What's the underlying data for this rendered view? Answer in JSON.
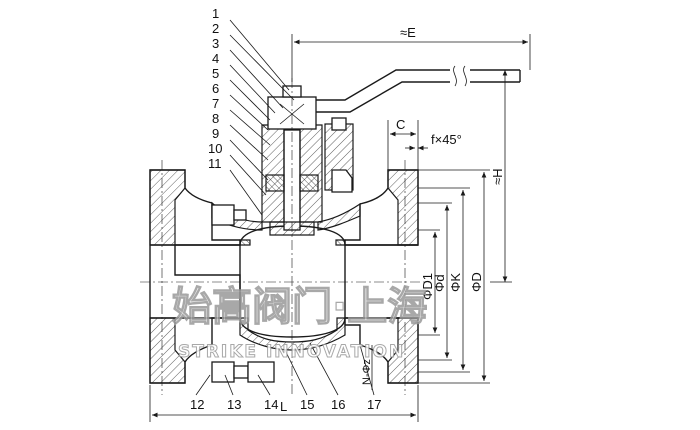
{
  "part_numbers_left": [
    "1",
    "2",
    "3",
    "4",
    "5",
    "6",
    "7",
    "8",
    "9",
    "10",
    "11"
  ],
  "part_numbers_bottom": [
    "12",
    "13",
    "14",
    "15",
    "16",
    "17"
  ],
  "dimensions": {
    "E": "≈E",
    "H": "≈H",
    "C": "C",
    "chamfer": "f×45°",
    "D1": "ΦD1",
    "d": "Φd",
    "K": "ΦK",
    "D": "ΦD",
    "bolts": "N-Φz",
    "L": "L"
  },
  "watermark": {
    "chinese": "始高阀门·上海",
    "english": "STRIKE INNOVATION"
  }
}
